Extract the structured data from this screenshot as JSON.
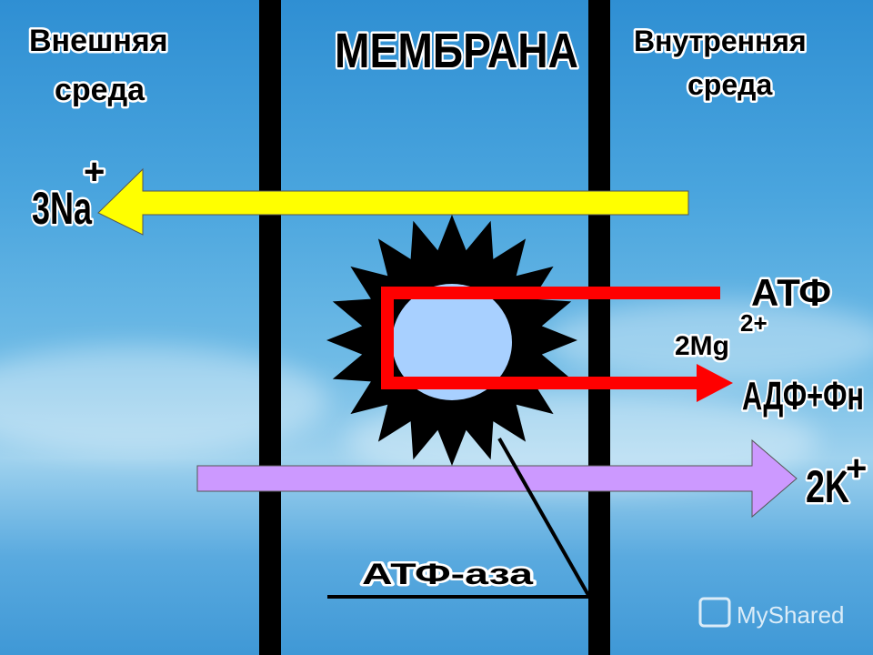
{
  "labels": {
    "outer": [
      "Внешняя",
      "среда"
    ],
    "membrane": "МЕМБРАНА",
    "inner": [
      "Внутренняя",
      "среда"
    ],
    "na_ion": "3Na",
    "na_charge": "+",
    "atp": "АТФ",
    "mg": "2Mg",
    "mg_charge": "2+",
    "adp": "АДФ+Фн",
    "k_ion": "2K",
    "k_charge": "+",
    "atpase": "АТФ-аза"
  },
  "watermark": "MyShared",
  "colors": {
    "sodium_arrow": "#ffff00",
    "atp_arrow": "#ff0000",
    "potassium_arrow": "#cc99ff",
    "protein_core": "#a8d0ff",
    "membrane_line": "#000000"
  }
}
